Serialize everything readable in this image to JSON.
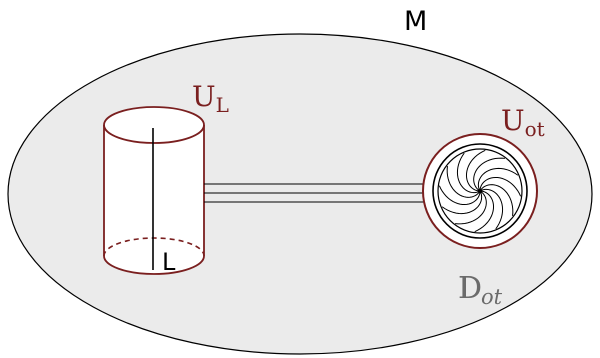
{
  "labels": {
    "manifold": "M",
    "cylinder_neighborhood_main": "U",
    "cylinder_neighborhood_sub": "L",
    "curve": "L",
    "overtwisted_neighborhood_main": "U",
    "overtwisted_neighborhood_sub": "ot",
    "overtwisted_disk_main": "D",
    "overtwisted_disk_sub": "ot"
  },
  "colors": {
    "outline": "#000000",
    "region_fill": "#ebebeb",
    "neighborhood_red": "#7a1f1f",
    "disk_gray": "#6b6b6b",
    "background": "#ffffff"
  }
}
